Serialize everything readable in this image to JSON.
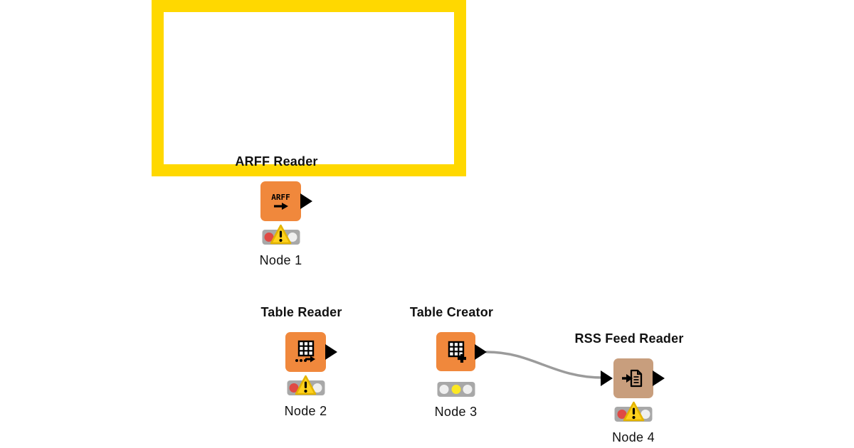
{
  "workflow": {
    "annotation": {
      "border_color": "#FFD800",
      "fill": "#FFFFFF"
    },
    "nodes": [
      {
        "title": "ARFF Reader",
        "label": "Node 1",
        "icon": "arff-icon",
        "icon_text": "ARFF",
        "body_color": "#F0883C",
        "status_lights": [
          "red",
          "off",
          "off"
        ],
        "warning_badge": true
      },
      {
        "title": "Table Reader",
        "label": "Node 2",
        "icon": "table-reader-icon",
        "icon_text": "",
        "body_color": "#F0883C",
        "status_lights": [
          "red",
          "off",
          "off"
        ],
        "warning_badge": true
      },
      {
        "title": "Table Creator",
        "label": "Node 3",
        "icon": "table-creator-icon",
        "icon_text": "",
        "body_color": "#F0883C",
        "status_lights": [
          "off",
          "yellow",
          "off"
        ],
        "warning_badge": false
      },
      {
        "title": "RSS Feed Reader",
        "label": "Node 4",
        "icon": "rss-feed-icon",
        "icon_text": "",
        "body_color": "#C89E7D",
        "status_lights": [
          "red",
          "off",
          "off"
        ],
        "warning_badge": true
      }
    ],
    "connection": {
      "from": "Node 3",
      "to": "Node 4",
      "color": "#9B9B9B"
    },
    "status_colors": {
      "base": "#A8A8A8",
      "red": "#DF4A45",
      "yellow": "#FCE823",
      "off": "#EFEFEF",
      "warning_triangle": "#FFD21E",
      "port": "#000000"
    }
  }
}
